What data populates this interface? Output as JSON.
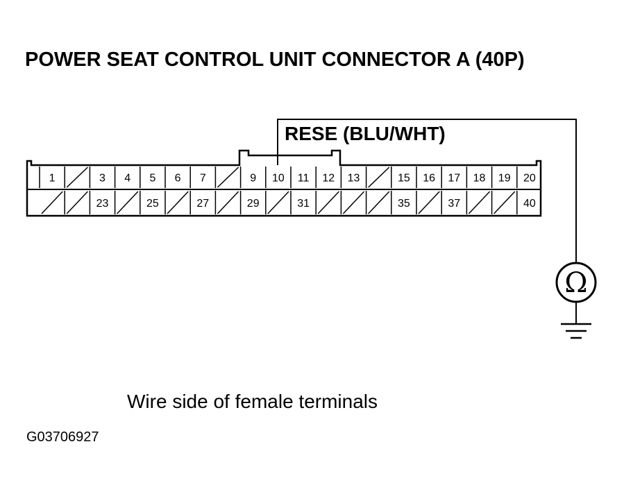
{
  "title": "POWER SEAT CONTROL UNIT CONNECTOR A (40P)",
  "wire_label": "RESE (BLU/WHT)",
  "caption": "Wire side of female terminals",
  "figure_id": "G03706927",
  "meter_symbol": "Ω",
  "connector": {
    "top_row": [
      "1",
      "",
      "3",
      "4",
      "5",
      "6",
      "7",
      "",
      "9",
      "10",
      "11",
      "12",
      "13",
      "",
      "15",
      "16",
      "17",
      "18",
      "19",
      "20"
    ],
    "bottom_row": [
      "",
      "",
      "23",
      "",
      "25",
      "",
      "27",
      "",
      "29",
      "",
      "31",
      "",
      "",
      "",
      "35",
      "",
      "37",
      "",
      "",
      "40"
    ]
  }
}
